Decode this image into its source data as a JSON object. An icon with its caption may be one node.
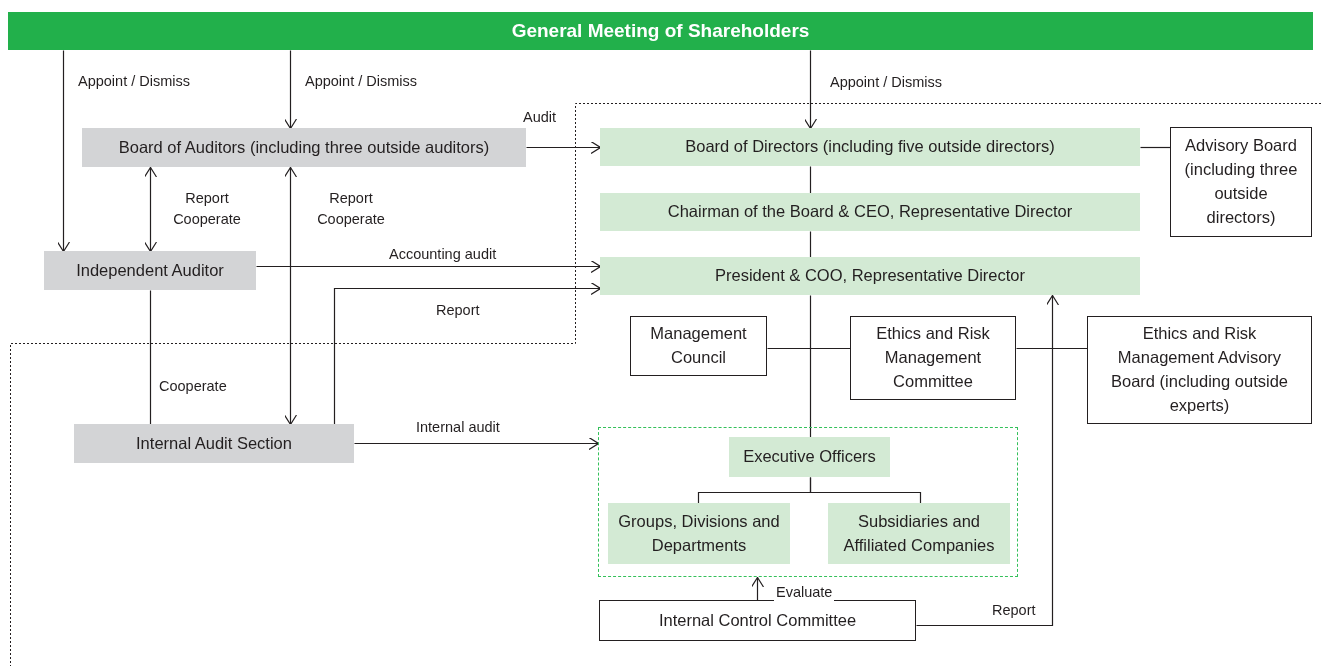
{
  "diagram": {
    "nodes": [
      {
        "text": [
          "General Meeting of Shareholders"
        ]
      },
      {
        "text": [
          "Board of Auditors (including three outside auditors)"
        ]
      },
      {
        "text": [
          "Independent Auditor"
        ]
      },
      {
        "text": [
          "Internal Audit Section"
        ]
      },
      {
        "text": [
          "Board of Directors (including five outside directors)"
        ]
      },
      {
        "text": [
          "Advisory Board (including three outside directors)"
        ]
      },
      {
        "text": [
          "Chairman of the Board & CEO, Representative Director"
        ]
      },
      {
        "text": [
          "President & COO, Representative Director"
        ]
      },
      {
        "text": [
          "Management Council"
        ]
      },
      {
        "text": [
          "Ethics and Risk Management Committee"
        ]
      },
      {
        "text": [
          "Ethics and Risk Management Advisory Board (including outside experts)"
        ]
      },
      {
        "text": [],
        "shape": "box"
      },
      {
        "text": [
          "Executive Officers"
        ],
        "in": 11
      },
      {
        "text": [
          "Groups, Divisions and Departments"
        ],
        "in": 11
      },
      {
        "text": [
          "Subsidiaries and Affiliated Companies"
        ],
        "in": 11
      },
      {
        "text": [
          "Internal Control Committee"
        ]
      }
    ],
    "edges": [
      {
        "from": 0,
        "to": 2,
        "arrow": "to",
        "label": "Appoint / Dismiss"
      },
      {
        "from": 0,
        "to": 1,
        "arrow": "to",
        "label": "Appoint / Dismiss"
      },
      {
        "from": 0,
        "to": 4,
        "arrow": "to",
        "label": "Appoint / Dismiss"
      },
      {
        "from": 1,
        "to": 4,
        "arrow": "to",
        "label": "Audit"
      },
      {
        "from": 1,
        "to": 2,
        "arrow": "both",
        "label": "Report Cooperate"
      },
      {
        "from": 3,
        "to": 1,
        "arrow": "both",
        "label": "Report Cooperate"
      },
      {
        "from": 2,
        "to": 7,
        "arrow": "to",
        "label": "Accounting audit"
      },
      {
        "from": 3,
        "to": 7,
        "arrow": "to",
        "label": "Report"
      },
      {
        "from": 2,
        "to": 3,
        "arrow": "none",
        "label": "Cooperate"
      },
      {
        "from": 4,
        "to": 6,
        "arrow": "none"
      },
      {
        "from": 6,
        "to": 7,
        "arrow": "none"
      },
      {
        "from": 7,
        "to": 12,
        "arrow": "none"
      },
      {
        "from": 8,
        "to": 9,
        "arrow": "none"
      },
      {
        "from": 9,
        "to": 10,
        "arrow": "none"
      },
      {
        "from": 4,
        "to": 5,
        "arrow": "none"
      },
      {
        "from": 3,
        "to": 11,
        "arrow": "to",
        "label": "Internal audit"
      },
      {
        "from": 12,
        "to": 13,
        "arrow": "none"
      },
      {
        "from": 12,
        "to": 14,
        "arrow": "none"
      },
      {
        "from": 15,
        "to": 11,
        "arrow": "to",
        "label": "Evaluate"
      },
      {
        "from": 15,
        "to": 7,
        "arrow": "to",
        "label": "Report"
      }
    ]
  }
}
